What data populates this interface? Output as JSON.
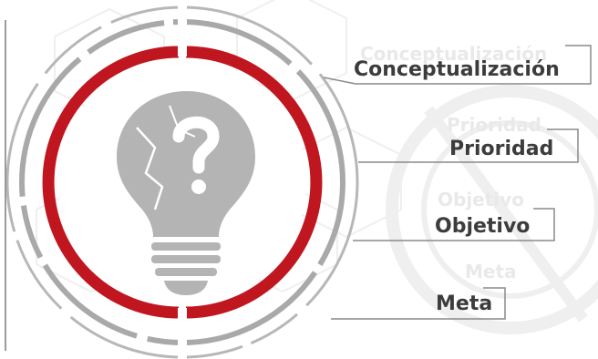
{
  "diagram": {
    "center_icon": "lightbulb-question-icon",
    "labels": [
      {
        "id": "conceptualizacion",
        "text": "Conceptualización"
      },
      {
        "id": "prioridad",
        "text": "Prioridad"
      },
      {
        "id": "objetivo",
        "text": "Objetivo"
      },
      {
        "id": "meta",
        "text": "Meta"
      }
    ],
    "colors": {
      "ring_red": "#c0161f",
      "ring_gray": "#a9a9a9",
      "icon_gray": "#b4b4b4",
      "text_dark": "#3c3c3c",
      "line_gray": "#8a8a8a",
      "watermark": "#ececec"
    }
  }
}
